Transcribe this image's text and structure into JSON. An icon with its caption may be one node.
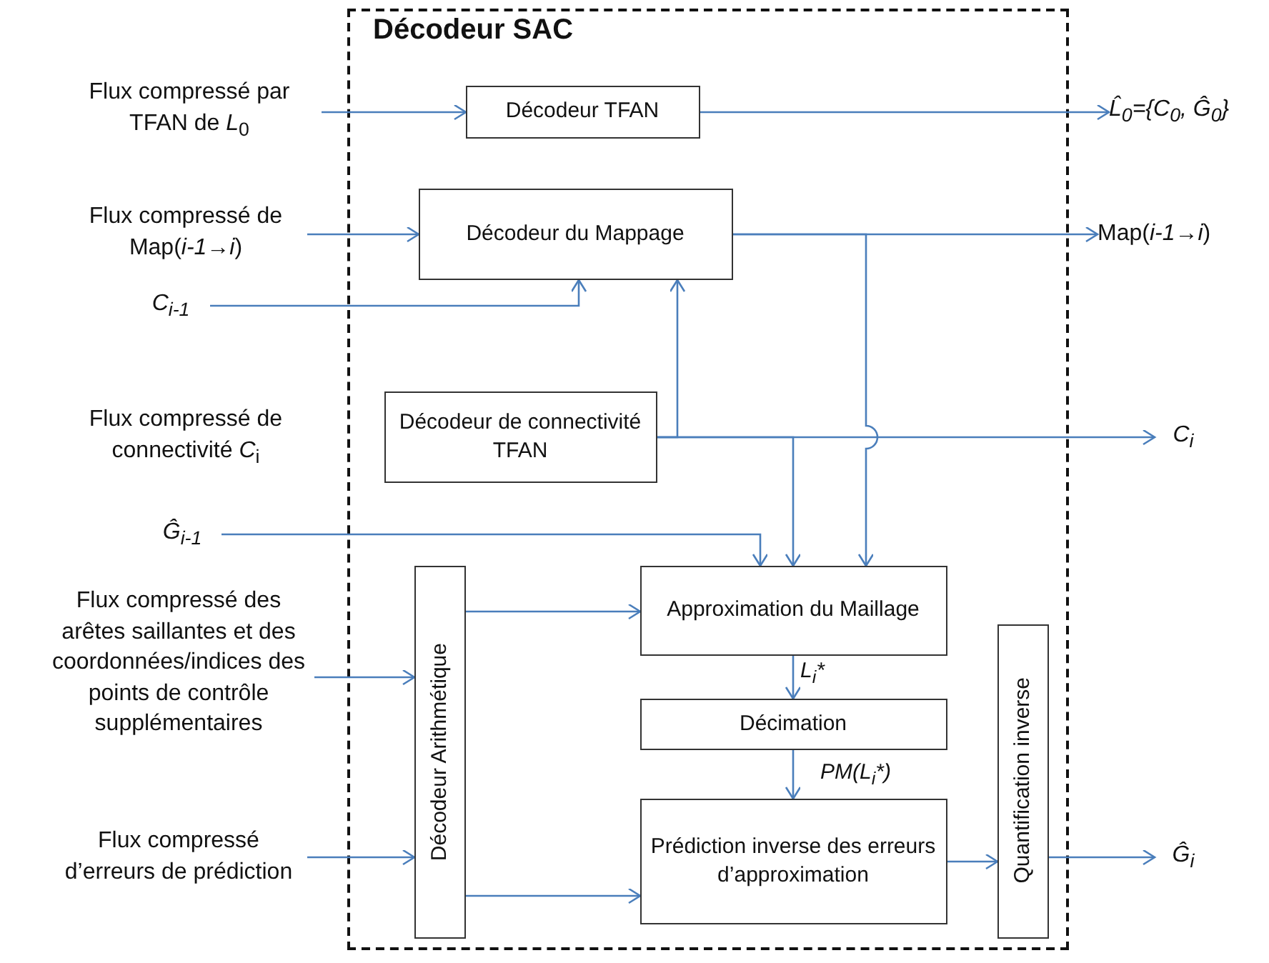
{
  "diagram": {
    "nodes": [
      {
        "text": [
          "Décodeur SAC"
        ]
      },
      {
        "text": [
          "Décodeur TFAN"
        ],
        "in": 0
      },
      {
        "text": [
          "Décodeur du Mappage"
        ],
        "in": 0
      },
      {
        "text": [
          "Décodeur de connectivité TFAN"
        ],
        "in": 0
      },
      {
        "text": [
          "Décodeur Arithmétique"
        ],
        "in": 0
      },
      {
        "text": [
          "Approximation du Maillage"
        ],
        "in": 0
      },
      {
        "text": [
          "Décimation"
        ],
        "in": 0
      },
      {
        "text": [
          "Prédiction inverse des erreurs d’approximation"
        ],
        "in": 0
      },
      {
        "text": [
          "Quantification inverse"
        ],
        "in": 0
      },
      {
        "text": [
          "Flux compressé par TFAN de *L*$_{0}$"
        ]
      },
      {
        "text": [
          "Flux compressé de Map(*i-1→i*)"
        ]
      },
      {
        "text": [
          "C$_{i-1}$"
        ]
      },
      {
        "text": [
          "Flux compressé de connectivité *C*$_{i}$"
        ]
      },
      {
        "text": [
          "Ĝ$_{i-1}$"
        ]
      },
      {
        "text": [
          "Flux compressé des arêtes saillantes et des coordonnées/indices des points de contrôle supplémentaires"
        ]
      },
      {
        "text": [
          "Flux compressé d’erreurs de prédiction"
        ]
      },
      {
        "text": [
          "L̂$_{0}$={C$_{0}$, Ĝ$_{0}$}"
        ]
      },
      {
        "text": [
          "Map(*i-1→i*)"
        ]
      },
      {
        "text": [
          "C$_{i}$"
        ]
      },
      {
        "text": [
          "Ĝ$_{i}$"
        ]
      }
    ],
    "edges": [
      {
        "from": 9,
        "to": 1,
        "arrow": "to"
      },
      {
        "from": 1,
        "to": 16,
        "arrow": "to"
      },
      {
        "from": 10,
        "to": 2,
        "arrow": "to"
      },
      {
        "from": 11,
        "to": 2,
        "arrow": "to"
      },
      {
        "from": 2,
        "to": 17,
        "arrow": "to"
      },
      {
        "from": 3,
        "to": 2,
        "arrow": "to"
      },
      {
        "from": 3,
        "to": 18,
        "arrow": "to"
      },
      {
        "from": 3,
        "to": 5,
        "arrow": "to"
      },
      {
        "from": 2,
        "to": 5,
        "arrow": "to"
      },
      {
        "from": 13,
        "to": 5,
        "arrow": "to"
      },
      {
        "from": 14,
        "to": 4,
        "arrow": "to"
      },
      {
        "from": 15,
        "to": 4,
        "arrow": "to"
      },
      {
        "from": 4,
        "to": 5,
        "arrow": "to"
      },
      {
        "from": 4,
        "to": 7,
        "arrow": "to"
      },
      {
        "from": 5,
        "to": 6,
        "arrow": "to",
        "label": "L$_{i}$*"
      },
      {
        "from": 6,
        "to": 7,
        "arrow": "to",
        "label": "PM(L$_{i}$*)"
      },
      {
        "from": 7,
        "to": 8,
        "arrow": "to"
      },
      {
        "from": 8,
        "to": 19,
        "arrow": "to"
      }
    ]
  }
}
